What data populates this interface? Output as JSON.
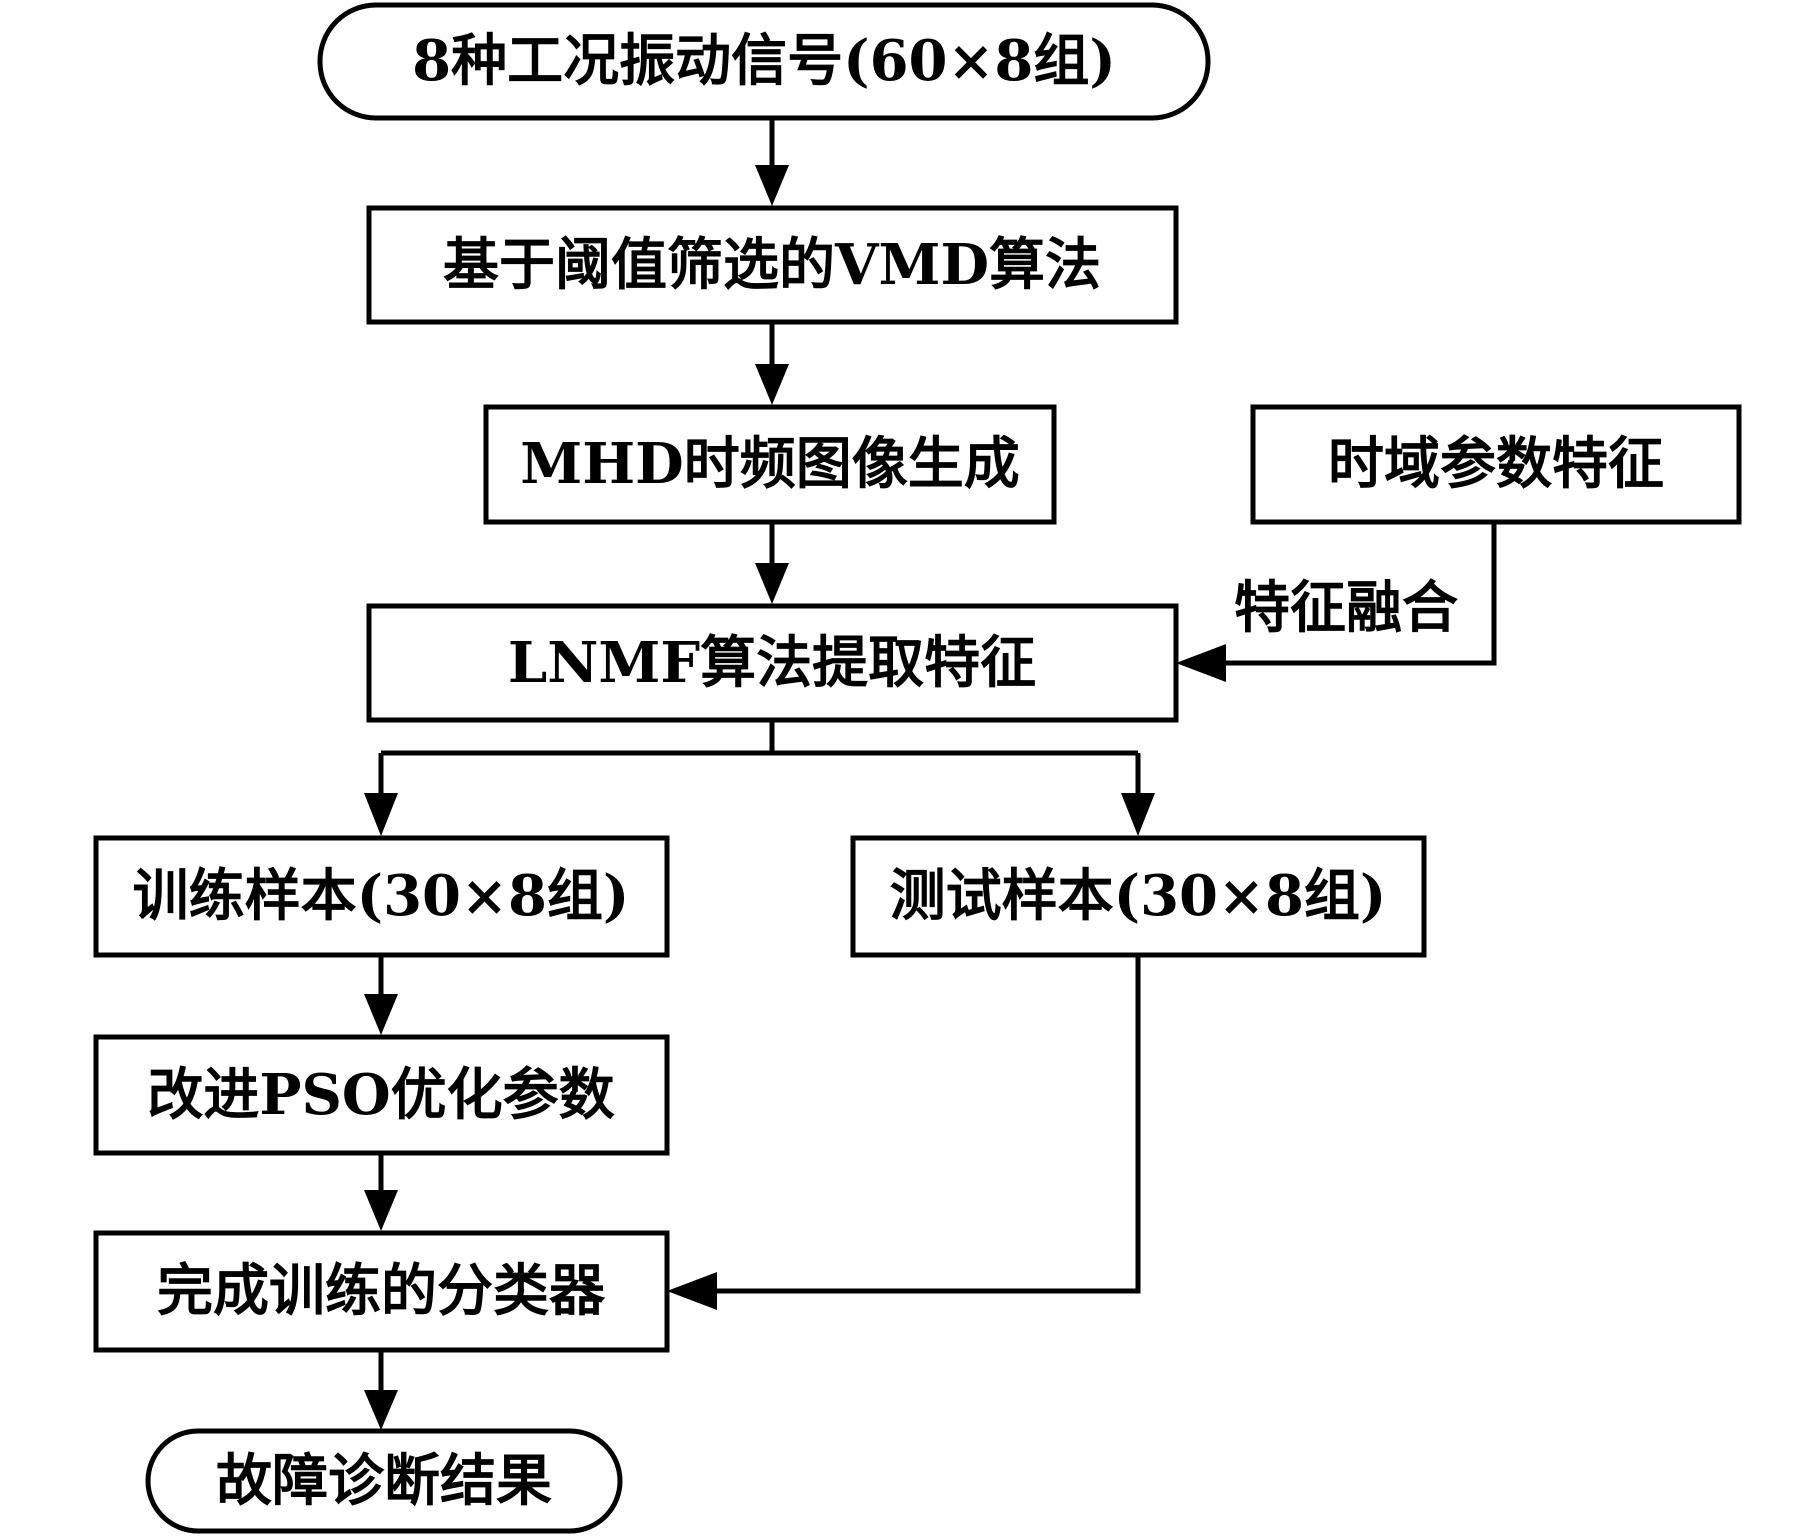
{
  "nodes": {
    "input_signals": "8种工况振动信号(60×8组)",
    "vmd_threshold": "基于阈值筛选的VMD算法",
    "mhd_image": "MHD时频图像生成",
    "time_domain_features": "时域参数特征",
    "lnmf_extraction": "LNMF算法提取特征",
    "training_samples": "训练样本(30×8组)",
    "test_samples": "测试样本(30×8组)",
    "pso_optimization": "改进PSO优化参数",
    "trained_classifier": "完成训练的分类器",
    "diagnosis_result": "故障诊断结果"
  },
  "edges": {
    "feature_fusion_label": "特征融合"
  },
  "colors": {
    "stroke": "#000000",
    "fill": "#ffffff",
    "text": "#000000"
  }
}
